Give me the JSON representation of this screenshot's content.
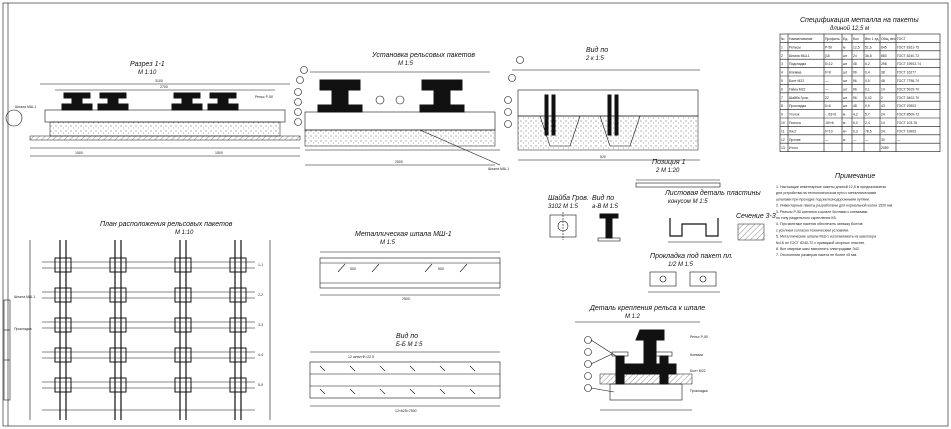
{
  "titles": {
    "section_1_1": "Разрез 1-1",
    "section_1_1_scale": "М 1:10",
    "installation": "Установка рельсовых пакетов",
    "installation_scale": "М 1:5",
    "view_a": "Вид по",
    "view_a_ref": "2 к 1:5",
    "layout": "План расположения рельсовых пакетов",
    "layout_scale": "М 1:10",
    "sleeper": "Металлическая шпала МШ-1",
    "sleeper_scale": "М 1:5",
    "view_b": "Вид по",
    "view_b_ref": "Б-Б М 1:5",
    "detail_rail": "Деталь крепления рельса к шпале",
    "detail_rail_scale": "М 1:2",
    "position": "Позиция 1",
    "position_scale": "2 М 1:20",
    "plate": "Листовая деталь пластины",
    "plate_scale": "конусом М 1:5",
    "section_3_3": "Сечение 3-3",
    "bolt_view": "Вид по",
    "bolt_view_ref": "а-В М 1:5",
    "washer": "Шайба Гров.",
    "washer_ref": "3102 М 1:5",
    "pad": "Прокладка под пакет пл.",
    "pad_scale": "1/2 М 1:5",
    "spec": "Спецификация металла на пакеты",
    "spec_sub": "длиной 12,5 м",
    "notes_title": "Примечание",
    "bolt_note": "12 шпал Ф=22.5"
  },
  "spec_table": {
    "header": [
      "№",
      "Наименование",
      "Профиль",
      "Ед.",
      "Кол",
      "Вес 1 ед.",
      "Общ. вес",
      "ГОСТ"
    ],
    "rows": [
      [
        "1",
        "Рельсы",
        "Р-50",
        "м",
        "12,5",
        "51,6",
        "645",
        "ГОСТ 8161-75"
      ],
      [
        "2",
        "Шпала МШ-1",
        "[16",
        "шт",
        "24",
        "36,8",
        "883",
        "ГОСТ 8240-72"
      ],
      [
        "3",
        "Подкладка",
        "δ=12",
        "шт",
        "48",
        "6,2",
        "298",
        "ГОСТ 19903-74"
      ],
      [
        "4",
        "Клемма",
        "δ=8",
        "шт",
        "96",
        "0,4",
        "38",
        "ГОСТ 16277"
      ],
      [
        "5",
        "Болт М22",
        "—",
        "шт",
        "96",
        "0,5",
        "48",
        "ГОСТ 7798-70"
      ],
      [
        "6",
        "Гайка М22",
        "—",
        "шт",
        "96",
        "0,1",
        "10",
        "ГОСТ 5915-70"
      ],
      [
        "7",
        "Шайба Гров.",
        "22",
        "шт",
        "96",
        "0,02",
        "2",
        "ГОСТ 6402-70"
      ],
      [
        "8",
        "Прокладка",
        "δ=6",
        "шт",
        "48",
        "0,9",
        "43",
        "ГОСТ 19903"
      ],
      [
        "9",
        "Уголок",
        "∟63×6",
        "м",
        "4,2",
        "5,7",
        "24",
        "ГОСТ 8509-72"
      ],
      [
        "10",
        "Полоса",
        "-50×6",
        "м",
        "6,0",
        "2,4",
        "14",
        "ГОСТ 103-76"
      ],
      [
        "11",
        "Лист",
        "δ=10",
        "м²",
        "0,3",
        "78,5",
        "24",
        "ГОСТ 19903"
      ],
      [
        "12",
        "Прочие",
        "—",
        "кг",
        "—",
        "—",
        "30",
        "—"
      ],
      [
        "13",
        "Итого",
        "",
        "",
        "",
        "",
        "2059",
        ""
      ]
    ]
  },
  "notes": [
    "1. Настоящие инвентарные пакеты длиной 12,5 м предназначены",
    "для устройства на технологическом пути с металлическими",
    "шпалами при проходке под железнодорожными путями.",
    "2. Инвентарные пакеты разработаны для нормальной колеи 1520 мм.",
    "3. Рельсы Р-50 крепятся к шпале болтами с клеммами",
    "по типу раздельного скрепления КБ.",
    "4. При монтаже пакетов обеспечить затяжку болтов",
    "с усилием согласно техническим условиям.",
    "5. Металлические шпалы МШ-1 изготавливать из швеллера",
    "№16 по ГОСТ 8240-72 с приваркой опорных пластин.",
    "6. Все сварные швы выполнять электродами Э42.",
    "7. Отклонения размеров пакета не более ±5 мм."
  ],
  "dims": {
    "d1": "1520",
    "d2": "2700",
    "d3": "1500",
    "d4": "3100",
    "d5": "2400",
    "d6": "1000",
    "d7": "500",
    "d8": "2500",
    "d9": "12×625=7500",
    "d10": "520"
  },
  "labels": {
    "rail": "Рельс Р-50",
    "sleeper": "Шпала МШ-1",
    "pad": "Прокладка",
    "bolt": "Болт М22",
    "clamp": "Клемма",
    "lbl1": "1-1",
    "lbl2": "2-2",
    "lbl3": "3-3",
    "lbl4": "4-4",
    "lbl5": "5-5"
  }
}
